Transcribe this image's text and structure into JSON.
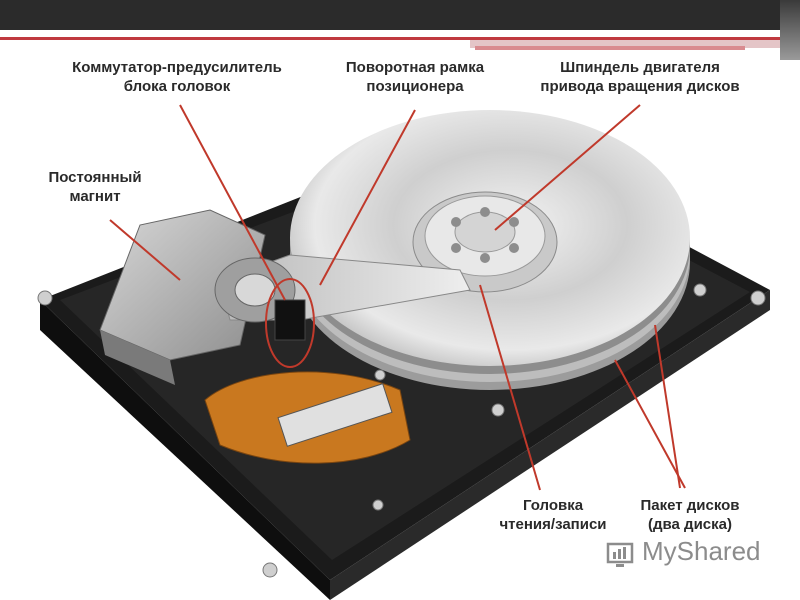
{
  "labels": {
    "commutator": "Коммутатор-предусилитель\nблока головок",
    "frame": "Поворотная рамка\nпозиционера",
    "spindle": "Шпиндель двигателя\nпривода вращения дисков",
    "magnet": "Постоянный\nмагнит",
    "head": "Головка\nчтения/записи",
    "platters": "Пакет дисков\n(два диска)"
  },
  "watermark": {
    "text": "MyShared",
    "icon": "myshared-logo-icon"
  },
  "colors": {
    "pointer": "#c0392b",
    "topbar": "#2b2b2b",
    "accent": "#c0393f"
  }
}
